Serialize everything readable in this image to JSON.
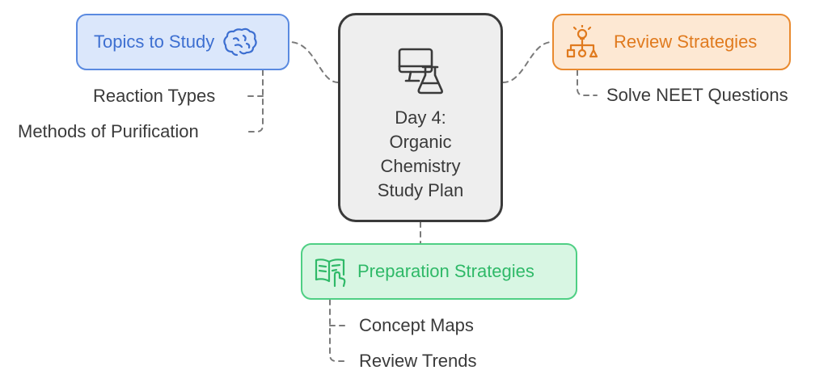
{
  "center": {
    "title_lines": [
      "Day 4:",
      "Organic",
      "Chemistry",
      "Study Plan"
    ],
    "icon": "computer-flask-icon"
  },
  "branches": {
    "topics": {
      "label": "Topics to Study",
      "icon": "brain-icon",
      "color": "#3d6fd1",
      "fill": "#dbe7fb",
      "items": [
        "Reaction Types",
        "Methods of Purification"
      ]
    },
    "review": {
      "label": "Review Strategies",
      "icon": "lightbulb-hierarchy-icon",
      "color": "#e07a1e",
      "fill": "#fde8d3",
      "items": [
        "Solve NEET Questions"
      ]
    },
    "prep": {
      "label": "Preparation Strategies",
      "icon": "book-hand-icon",
      "color": "#2fb968",
      "fill": "#d8f6e3",
      "items": [
        "Concept Maps",
        "Review Trends"
      ]
    }
  },
  "connector_color": "#7a7a7a"
}
